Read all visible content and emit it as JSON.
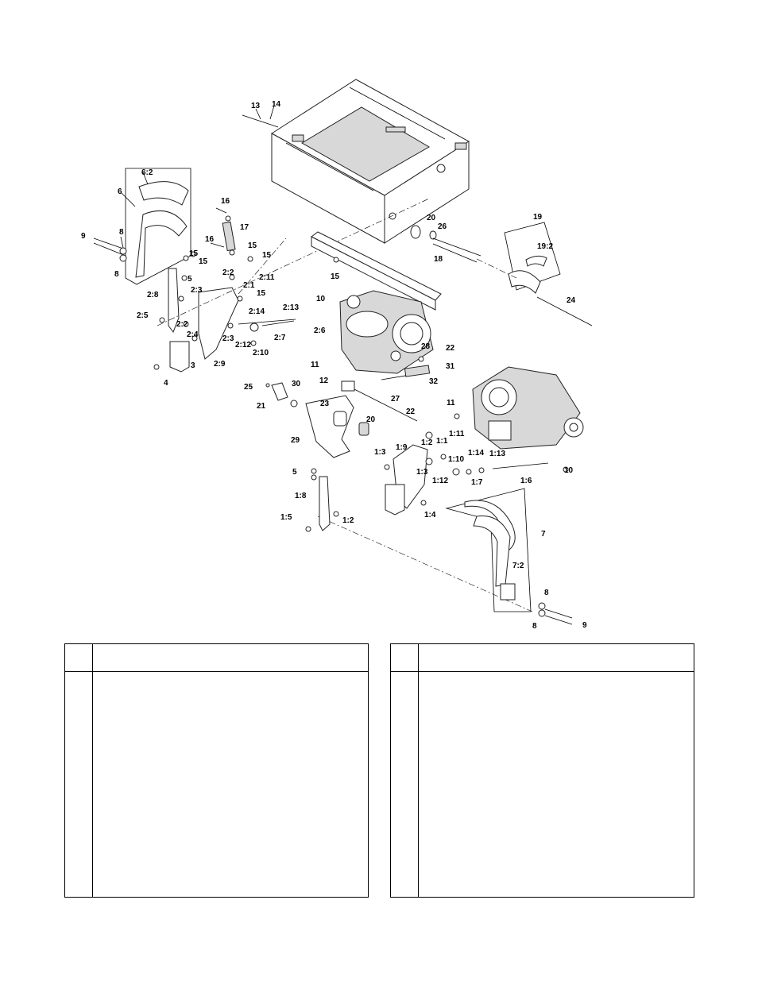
{
  "labels": {
    "l13": "13",
    "l14": "14",
    "l6_2": "6:2",
    "l6": "6",
    "l16a": "16",
    "l16b": "16",
    "l17": "17",
    "l9a": "9",
    "l8a": "8",
    "l8b": "8",
    "l15a": "15",
    "l15b": "15",
    "l15c": "15",
    "l15d": "15",
    "l15e": "15",
    "l15f": "15",
    "l2_2": "2:2",
    "l2_11": "2:11",
    "l2_1": "2:1",
    "l2_8": "2:8",
    "l5a": "5",
    "l2_3": "2:3",
    "l2_13": "2:13",
    "l10a": "10",
    "l2_14": "2:14",
    "l2_5": "2:5",
    "l2_2b": "2:2",
    "l2_4": "2:4",
    "l2_7": "2:7",
    "l2_6": "2:6",
    "l2_3b": "2:3",
    "l2_12": "2:12",
    "l2_10": "2:10",
    "l3": "3",
    "l2_9": "2:9",
    "l4": "4",
    "l20a": "20",
    "l26": "26",
    "l18": "18",
    "l19": "19",
    "l19_2": "19:2",
    "l24": "24",
    "l28": "28",
    "l22a": "22",
    "l31": "31",
    "l11a": "11",
    "l12": "12",
    "l32": "32",
    "l27": "27",
    "l25": "25",
    "l21": "21",
    "l30": "30",
    "l23": "23",
    "l20b": "20",
    "l22b": "22",
    "l29": "29",
    "l11b": "11",
    "l1_11": "1:11",
    "l1_1": "1:1",
    "l1_2a": "1:2",
    "l1_9": "1:9",
    "l1_10": "1:10",
    "l1_3a": "1:3",
    "l1_3b": "1:3",
    "l1_14": "1:14",
    "l1_13": "1:13",
    "l1_12": "1:12",
    "l1_7": "1:7",
    "l1_6": "1:6",
    "l10b": "10",
    "l5b": "5",
    "l1_8": "1:8",
    "l1_4": "1:4",
    "l1_5": "1:5",
    "l1_2b": "1:2",
    "l7": "7",
    "l7_2": "7:2",
    "l8c": "8",
    "l8d": "8",
    "l9b": "9"
  }
}
